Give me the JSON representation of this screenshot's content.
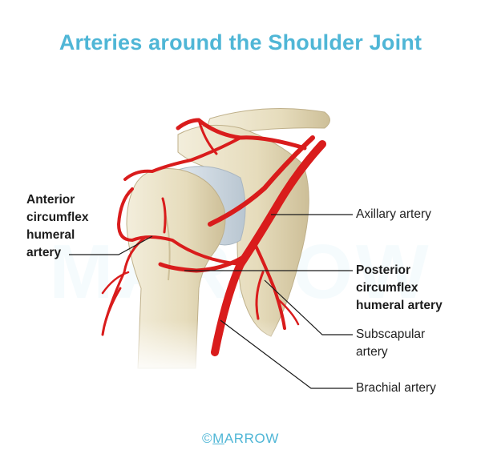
{
  "title": "Arteries around the Shoulder Joint",
  "labels": {
    "anterior_circumflex": [
      "Anterior",
      "circumflex",
      "humeral",
      "artery"
    ],
    "axillary": "Axillary artery",
    "posterior_circumflex": [
      "Posterior",
      "circumflex",
      "humeral artery"
    ],
    "subscapular": [
      "Subscapular",
      "artery"
    ],
    "brachial": "Brachial artery"
  },
  "logo": {
    "symbol": "©",
    "first_letter": "M",
    "rest": "ARROW"
  },
  "watermark": "MARROW",
  "colors": {
    "title": "#4fb6d6",
    "artery": "#d91c1c",
    "artery_dark": "#a51313",
    "bone": "#e9e2c7",
    "bone_shadow": "#cfc4a2",
    "cartilage": "#c9d4dd",
    "logo": "#4fb6d6"
  }
}
